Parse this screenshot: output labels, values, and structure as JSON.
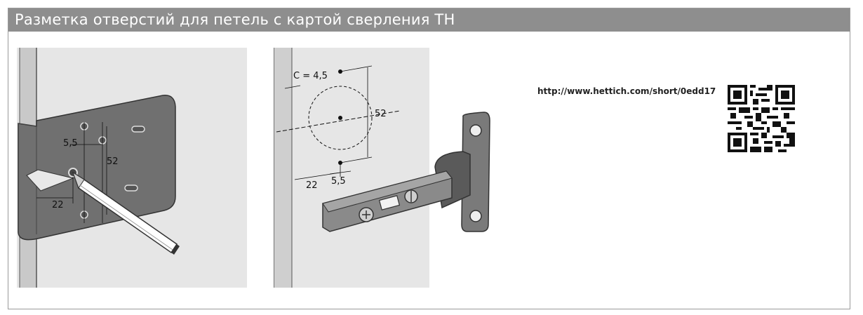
{
  "header": {
    "title": "Разметка отверстий для петель с картой сверления TH"
  },
  "figure1": {
    "dims": {
      "a": "5,5",
      "b": "52",
      "c": "22"
    }
  },
  "figure2": {
    "dims": {
      "c_label": "C = 4,5",
      "b": "52",
      "a": "22",
      "d": "5,5"
    }
  },
  "link": {
    "url": "http://www.hettich.com/short/0edd17"
  },
  "icons": {
    "qr": "qr-code-icon",
    "pencil": "pencil-icon",
    "hinge": "hinge-icon"
  },
  "colors": {
    "header_bg": "#8e8e8e",
    "panel_bg": "#e6e6e6",
    "template": "#6e6e6e"
  }
}
